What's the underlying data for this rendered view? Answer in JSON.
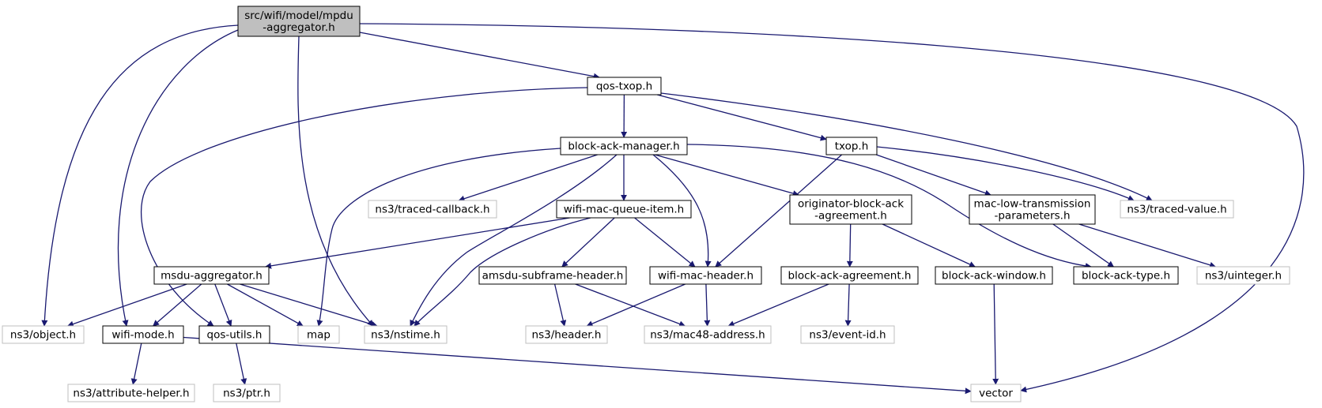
{
  "nodes": [
    {
      "id": "root",
      "label": [
        "src/wifi/model/mpdu",
        "-aggregator.h"
      ],
      "kind": "root"
    },
    {
      "id": "qostxop",
      "label": [
        "qos-txop.h"
      ],
      "kind": "local"
    },
    {
      "id": "bam",
      "label": [
        "block-ack-manager.h"
      ],
      "kind": "local"
    },
    {
      "id": "txop",
      "label": [
        "txop.h"
      ],
      "kind": "local"
    },
    {
      "id": "tracedcb",
      "label": [
        "ns3/traced-callback.h"
      ],
      "kind": "external"
    },
    {
      "id": "wmqi",
      "label": [
        "wifi-mac-queue-item.h"
      ],
      "kind": "local"
    },
    {
      "id": "oba",
      "label": [
        "originator-block-ack",
        "-agreement.h"
      ],
      "kind": "local"
    },
    {
      "id": "mltp",
      "label": [
        "mac-low-transmission",
        "-parameters.h"
      ],
      "kind": "local"
    },
    {
      "id": "tracedval",
      "label": [
        "ns3/traced-value.h"
      ],
      "kind": "external"
    },
    {
      "id": "msdu",
      "label": [
        "msdu-aggregator.h"
      ],
      "kind": "local"
    },
    {
      "id": "amsdu",
      "label": [
        "amsdu-subframe-header.h"
      ],
      "kind": "local"
    },
    {
      "id": "wmh",
      "label": [
        "wifi-mac-header.h"
      ],
      "kind": "local"
    },
    {
      "id": "baag",
      "label": [
        "block-ack-agreement.h"
      ],
      "kind": "local"
    },
    {
      "id": "baw",
      "label": [
        "block-ack-window.h"
      ],
      "kind": "local"
    },
    {
      "id": "batype",
      "label": [
        "block-ack-type.h"
      ],
      "kind": "local"
    },
    {
      "id": "uinteger",
      "label": [
        "ns3/uinteger.h"
      ],
      "kind": "external"
    },
    {
      "id": "object",
      "label": [
        "ns3/object.h"
      ],
      "kind": "external"
    },
    {
      "id": "wifimode",
      "label": [
        "wifi-mode.h"
      ],
      "kind": "local"
    },
    {
      "id": "qosutils",
      "label": [
        "qos-utils.h"
      ],
      "kind": "local"
    },
    {
      "id": "map",
      "label": [
        "map"
      ],
      "kind": "external"
    },
    {
      "id": "nstime",
      "label": [
        "ns3/nstime.h"
      ],
      "kind": "external"
    },
    {
      "id": "header",
      "label": [
        "ns3/header.h"
      ],
      "kind": "external"
    },
    {
      "id": "mac48",
      "label": [
        "ns3/mac48-address.h"
      ],
      "kind": "external"
    },
    {
      "id": "eventid",
      "label": [
        "ns3/event-id.h"
      ],
      "kind": "external"
    },
    {
      "id": "attrhelper",
      "label": [
        "ns3/attribute-helper.h"
      ],
      "kind": "external"
    },
    {
      "id": "ptr",
      "label": [
        "ns3/ptr.h"
      ],
      "kind": "external"
    },
    {
      "id": "vector",
      "label": [
        "vector"
      ],
      "kind": "external"
    }
  ],
  "edges": [
    [
      "root",
      "object"
    ],
    [
      "root",
      "wifimode"
    ],
    [
      "root",
      "nstime"
    ],
    [
      "root",
      "qostxop"
    ],
    [
      "root",
      "vector"
    ],
    [
      "qostxop",
      "qosutils"
    ],
    [
      "qostxop",
      "bam"
    ],
    [
      "qostxop",
      "txop"
    ],
    [
      "qostxop",
      "tracedval"
    ],
    [
      "bam",
      "map"
    ],
    [
      "bam",
      "tracedcb"
    ],
    [
      "bam",
      "nstime"
    ],
    [
      "bam",
      "wmqi"
    ],
    [
      "bam",
      "wmh"
    ],
    [
      "bam",
      "oba"
    ],
    [
      "bam",
      "batype"
    ],
    [
      "txop",
      "wmh"
    ],
    [
      "txop",
      "mltp"
    ],
    [
      "txop",
      "tracedval"
    ],
    [
      "wmqi",
      "msdu"
    ],
    [
      "wmqi",
      "nstime"
    ],
    [
      "wmqi",
      "amsdu"
    ],
    [
      "wmqi",
      "wmh"
    ],
    [
      "oba",
      "baag"
    ],
    [
      "oba",
      "baw"
    ],
    [
      "mltp",
      "batype"
    ],
    [
      "mltp",
      "uinteger"
    ],
    [
      "msdu",
      "object"
    ],
    [
      "msdu",
      "wifimode"
    ],
    [
      "msdu",
      "qosutils"
    ],
    [
      "msdu",
      "map"
    ],
    [
      "msdu",
      "nstime"
    ],
    [
      "amsdu",
      "header"
    ],
    [
      "amsdu",
      "mac48"
    ],
    [
      "wmh",
      "header"
    ],
    [
      "wmh",
      "mac48"
    ],
    [
      "baag",
      "mac48"
    ],
    [
      "baag",
      "eventid"
    ],
    [
      "baw",
      "vector"
    ],
    [
      "wifimode",
      "attrhelper"
    ],
    [
      "wifimode",
      "vector"
    ],
    [
      "qosutils",
      "ptr"
    ]
  ],
  "colors": {
    "edge": "#191970",
    "root_fill": "#bfbfbf",
    "local_border": "#000000",
    "external_border": "#bfbfbf"
  }
}
